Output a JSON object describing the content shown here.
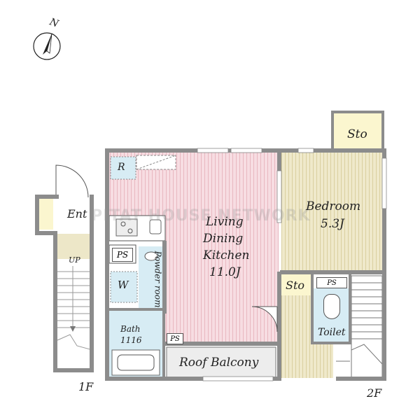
{
  "compass": {
    "north_label": "N"
  },
  "rooms": {
    "ldk_line1": "Living",
    "ldk_line2": "Dining",
    "ldk_line3": "Kitchen",
    "ldk_size": "11.0J",
    "bedroom_name": "Bedroom",
    "bedroom_size": "5.3J",
    "storage_top": "Sto",
    "storage_mid": "Sto",
    "toilet": "Toilet",
    "roof_balcony": "Roof Balcony",
    "bath_name": "Bath",
    "bath_size": "1116",
    "powder_room": "Powder room",
    "refrigerator": "R",
    "washer": "W",
    "ps_left": "PS",
    "ps_bath": "PS",
    "ps_toilet": "PS",
    "entrance": "Ent",
    "stairs_up": "UP"
  },
  "floors": {
    "first": "1F",
    "second": "2F"
  },
  "watermark": "PITAT HOUSE NETWORK",
  "colors": {
    "wall": "#8c8c8c",
    "ldk_fill": "#f6d9de",
    "bedroom_fill": "#ede7c8",
    "storage_fill": "#fbf6cf",
    "wet_fill": "#d7ecf4",
    "balcony_fill": "#ededed"
  }
}
